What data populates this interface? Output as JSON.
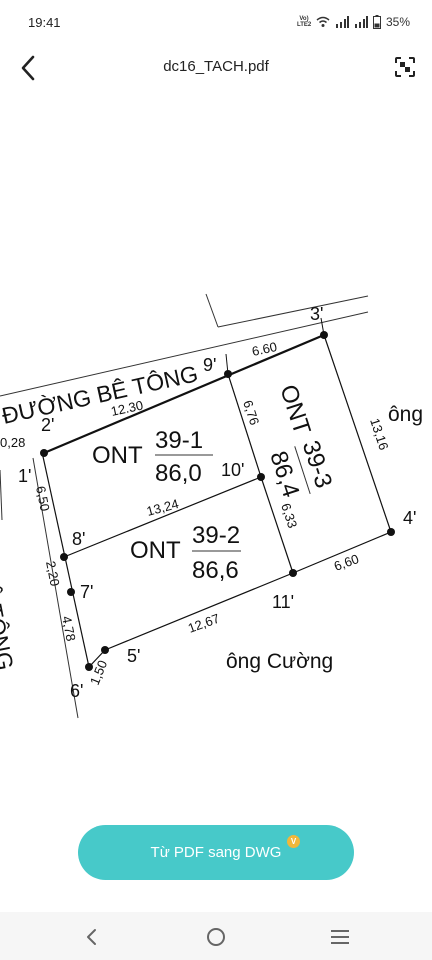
{
  "status_bar": {
    "time": "19:41",
    "volte_line1": "Vo) LTE2",
    "battery": "35%"
  },
  "header": {
    "title": "dc16_TACH.pdf",
    "back_icon": "chevron-left-icon",
    "scan_icon": "document-scan-icon"
  },
  "drawing": {
    "road_top": "ĐƯỜNG BÊ TÔNG",
    "road_left": "ĐƯỜNG BÊ TÔNG",
    "points": [
      "1'",
      "2'",
      "3'",
      "4'",
      "5'",
      "6'",
      "7'",
      "8'",
      "9'",
      "10'",
      "11'"
    ],
    "edges": [
      "0,28",
      "12.30",
      "6.60",
      "6,76",
      "13,16",
      "13,24",
      "6,33",
      "6,50",
      "2,20",
      "4,78",
      "1,50",
      "12,67",
      "6,60"
    ],
    "parcels": [
      {
        "type": "ONT",
        "number": "39-1",
        "area": "86,0"
      },
      {
        "type": "ONT",
        "number": "39-2",
        "area": "86,6"
      },
      {
        "type": "ONT",
        "number": "39-3",
        "area": "86,4"
      }
    ],
    "neighbor_right": "ông",
    "neighbor_bottom": "ông Cường"
  },
  "convert_button": {
    "label": "Từ PDF sang DWG",
    "badge": "V",
    "color": "#47c9c9"
  },
  "nav": {
    "back": "nav-back-icon",
    "home": "nav-home-icon",
    "recents": "nav-recents-icon"
  }
}
